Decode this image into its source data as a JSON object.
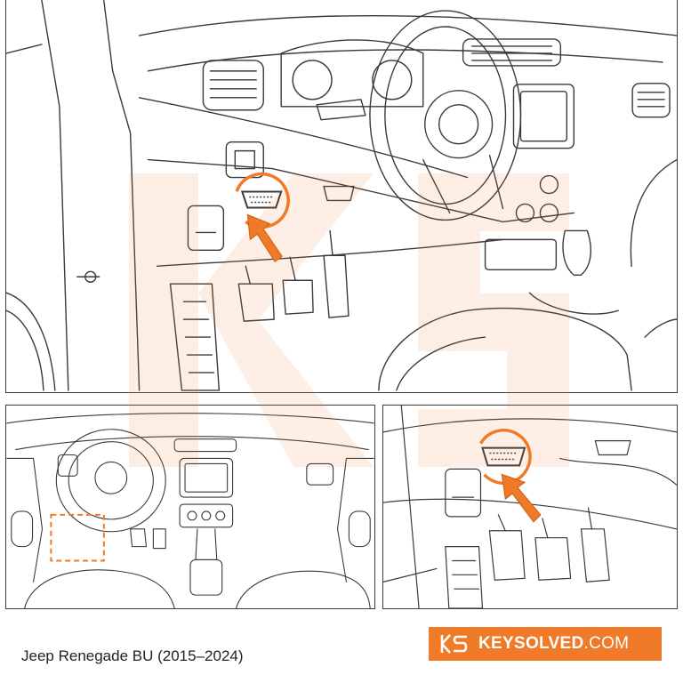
{
  "caption": {
    "vehicle": "Jeep Renegade BU (2015–2024)"
  },
  "brand": {
    "name_bold": "KEYSOLVED",
    "name_suffix": ".COM",
    "logo_text": "KS",
    "color": "#f07a27"
  },
  "icons": {
    "obd_port": "obd-port-icon",
    "pointer_arrow": "orange-arrow-icon",
    "location_box": "dashed-highlight-box"
  },
  "colors": {
    "accent": "#f07a27",
    "line": "#3a3a3a",
    "watermark": "#fbe2d0"
  }
}
